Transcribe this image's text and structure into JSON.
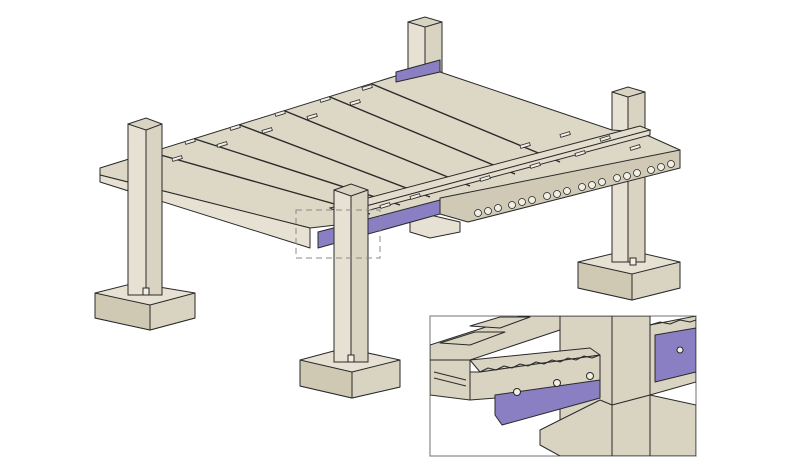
{
  "figure": {
    "description_visible_text": "",
    "colors": {
      "concrete": "#d9d3c1",
      "concrete_light": "#e6e1d2",
      "concrete_dark": "#bfb8a3",
      "outline": "#2a2a2a",
      "bearing_strip": "#8a7fc2",
      "background": "#ffffff",
      "detail_frame": "#888888",
      "callout_dash": "#8a8a8a"
    },
    "components": {
      "columns": 4,
      "pad_footings": 4,
      "hollow_core_slabs": 7,
      "beams": 2,
      "detail_callout": "dashed-box",
      "detail_inset": "enlarged-beam-slab-connection"
    }
  }
}
